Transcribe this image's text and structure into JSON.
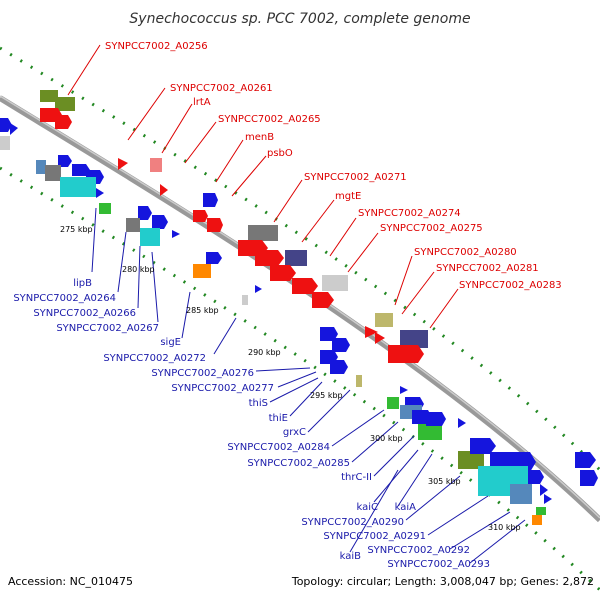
{
  "header": {
    "title": "Synechococcus sp. PCC 7002, complete genome"
  },
  "footer": {
    "accession": "Accession: NC_010475",
    "summary": "Topology: circular; Length: 3,008,047 bp; Genes: 2,872"
  },
  "colors": {
    "red": "#ee1111",
    "blue": "#1515dd",
    "olive": "#6b8e23",
    "cyan": "#22cccc",
    "steel": "#5588bb",
    "green": "#33bb33",
    "orange": "#ff8800",
    "darkslate": "#444488",
    "gray": "#777777",
    "lightgray": "#cccccc",
    "khaki": "#bdb76b",
    "pink": "#f08080",
    "backbone": "#999999",
    "dotted": "#228822"
  },
  "ticks": [
    "275 kbp",
    "280 kbp",
    "285 kbp",
    "290 kbp",
    "295 kbp",
    "300 kbp",
    "305 kbp",
    "310 kbp"
  ],
  "labels_top": [
    "SYNPCC7002_A0256",
    "SYNPCC7002_A0261",
    "lrtA",
    "SYNPCC7002_A0265",
    "menB",
    "psbO",
    "SYNPCC7002_A0271",
    "mgtE",
    "SYNPCC7002_A0274",
    "SYNPCC7002_A0275",
    "SYNPCC7002_A0280",
    "SYNPCC7002_A0281",
    "SYNPCC7002_A0283"
  ],
  "labels_bottom": [
    "lipB",
    "SYNPCC7002_A0264",
    "SYNPCC7002_A0266",
    "SYNPCC7002_A0267",
    "sigE",
    "SYNPCC7002_A0272",
    "SYNPCC7002_A0276",
    "SYNPCC7002_A0277",
    "thiS",
    "thiE",
    "grxC",
    "SYNPCC7002_A0284",
    "SYNPCC7002_A0285",
    "thrC-II",
    "kaiC",
    "kaiA",
    "SYNPCC7002_A0290",
    "SYNPCC7002_A0291",
    "kaiB",
    "SYNPCC7002_A0292",
    "SYNPCC7002_A0293"
  ]
}
